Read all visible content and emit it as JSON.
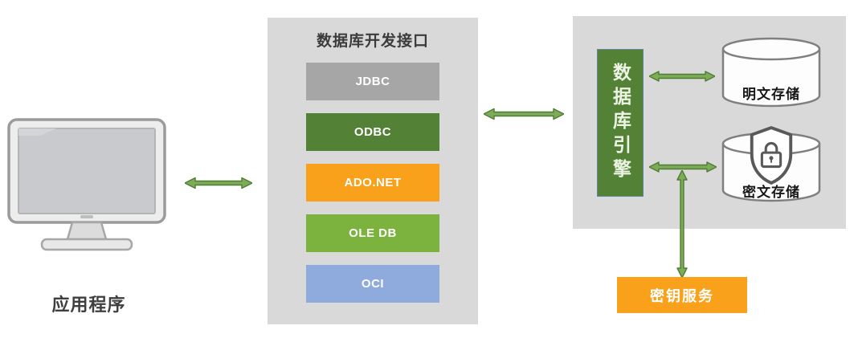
{
  "colors": {
    "panel_bg": "#d9d9d9",
    "arrow_fill": "#7dab58",
    "arrow_stroke": "#4e7d33",
    "engine_green": "#538135",
    "engine_border": "#5d87a5",
    "key_orange": "#f9a11b",
    "cylinder_stroke": "#7f7f7f",
    "shield_stroke": "#595959"
  },
  "application": {
    "label": "应用程序"
  },
  "interfaces": {
    "title": "数据库开发接口",
    "items": [
      {
        "label": "JDBC",
        "color": "#a6a6a6"
      },
      {
        "label": "ODBC",
        "color": "#538135"
      },
      {
        "label": "ADO.NET",
        "color": "#f9a11b"
      },
      {
        "label": "OLE DB",
        "color": "#7cb33e"
      },
      {
        "label": "OCI",
        "color": "#8faadc"
      }
    ]
  },
  "engine": {
    "label": "数据库引擎",
    "storages": [
      {
        "label": "明文存储",
        "encrypted": false
      },
      {
        "label": "密文存储",
        "encrypted": true
      }
    ]
  },
  "key_service": {
    "label": "密钥服务"
  }
}
